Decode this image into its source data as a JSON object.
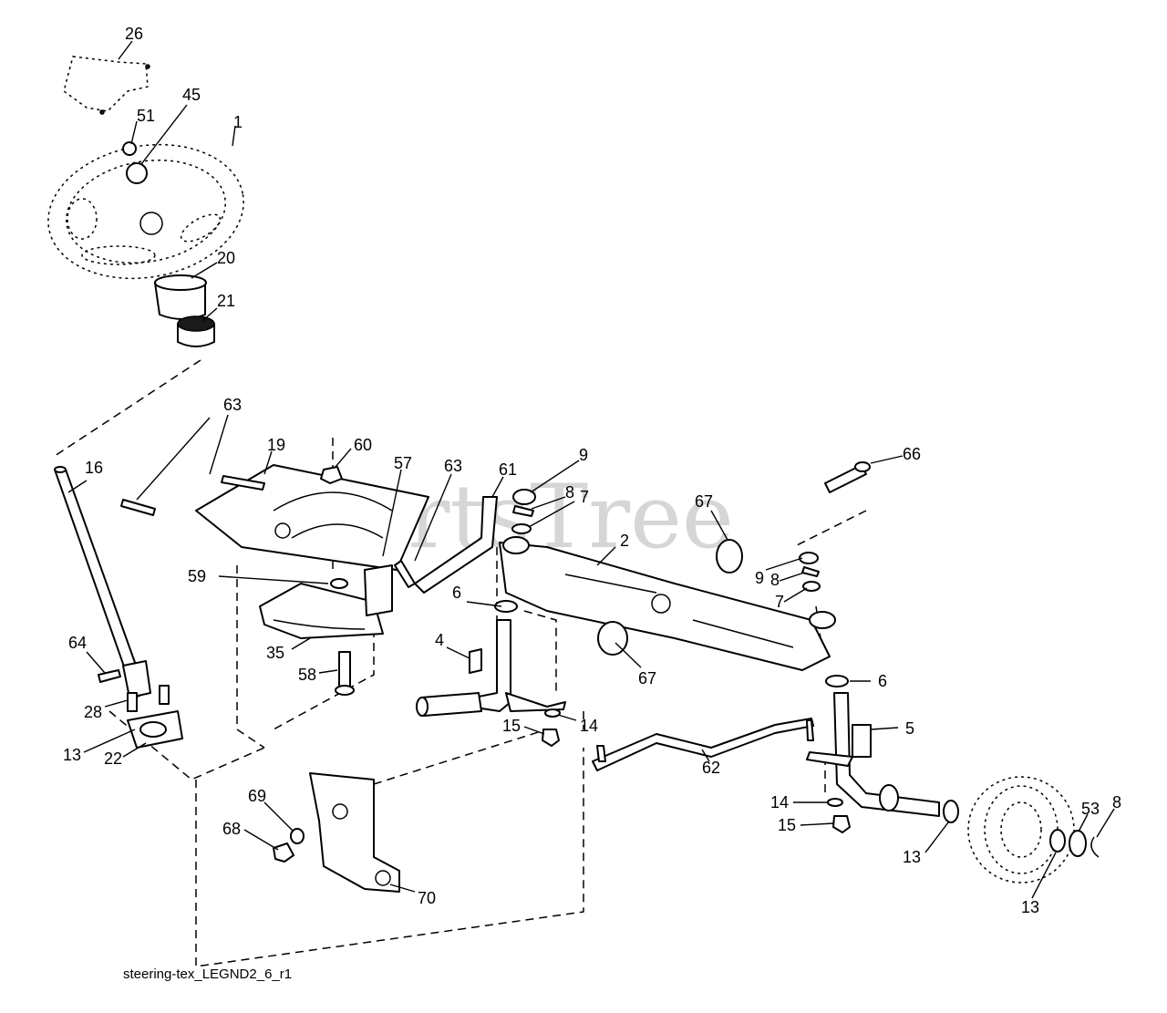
{
  "diagram": {
    "watermark": "PartsTree",
    "caption": "steering-tex_LEGND2_6_r1",
    "callouts": {
      "c26": "26",
      "c45": "45",
      "c51": "51",
      "c1": "1",
      "c20": "20",
      "c21": "21",
      "c63a": "63",
      "c19": "19",
      "c60": "60",
      "c57": "57",
      "c63b": "63",
      "c61": "61",
      "c9a": "9",
      "c8a": "8",
      "c7a": "7",
      "c66": "66",
      "c67a": "67",
      "c2": "2",
      "c9b": "9",
      "c8b": "8",
      "c7b": "7",
      "c16": "16",
      "c59": "59",
      "c6a": "6",
      "c4": "4",
      "c35": "35",
      "c58": "58",
      "c67b": "67",
      "c6b": "6",
      "c64": "64",
      "c28": "28",
      "c13a": "13",
      "c22": "22",
      "c15a": "15",
      "c14a": "14",
      "c5": "5",
      "c62": "62",
      "c69": "69",
      "c68": "68",
      "c14b": "14",
      "c15b": "15",
      "c13b": "13",
      "c53": "53",
      "c8c": "8",
      "c13c": "13",
      "c70": "70"
    }
  }
}
